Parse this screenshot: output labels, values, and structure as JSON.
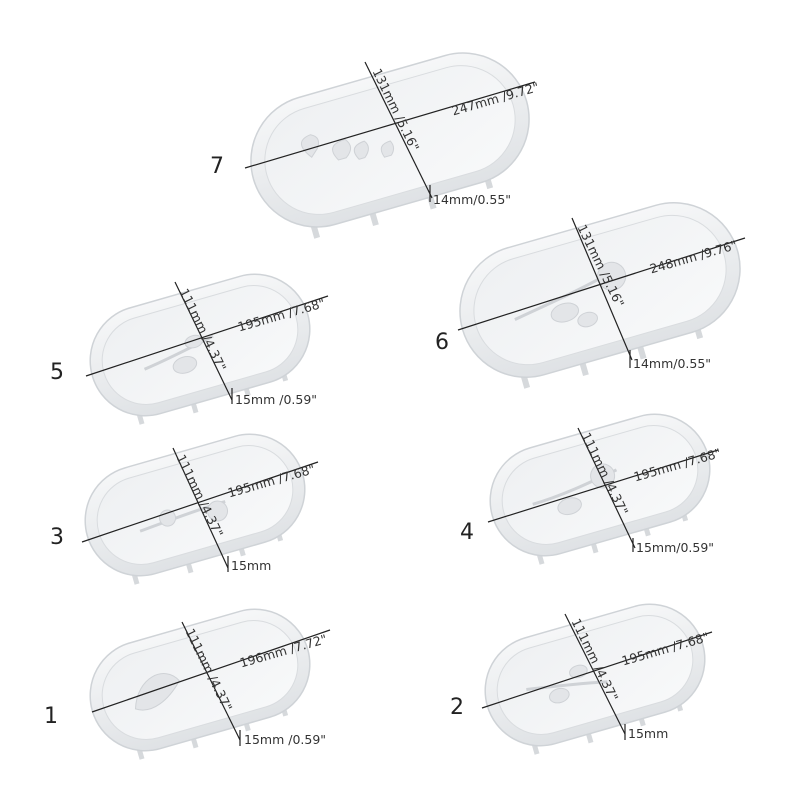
{
  "trays": [
    {
      "id": "7",
      "number": "7",
      "length": "247mm /9.72\"",
      "width": "131mm /5.16\"",
      "height": "14mm/0.55\""
    },
    {
      "id": "6",
      "number": "6",
      "length": "248mm /9.76\"",
      "width": "131mm /5.16\"",
      "height": "14mm/0.55\""
    },
    {
      "id": "5",
      "number": "5",
      "length": "195mm /7.68\"",
      "width": "111mm /4.37\"",
      "height": "15mm /0.59\""
    },
    {
      "id": "4",
      "number": "4",
      "length": "195mm /7.68\"",
      "width": "111mm /4.37\"",
      "height": "15mm/0.59\""
    },
    {
      "id": "3",
      "number": "3",
      "length": "195mm /7.68\"",
      "width": "111mm /4.37\"",
      "height": "15mm"
    },
    {
      "id": "2",
      "number": "2",
      "length": "195mm /7.68\"",
      "width": "111mm /4.37\"",
      "height": "15mm"
    },
    {
      "id": "1",
      "number": "1",
      "length": "196mm /7.72\"",
      "width": "111mm /4.37\"",
      "height": "15mm /0.59\""
    }
  ],
  "colors": {
    "tray": "#eceef0",
    "tray_shadow": "#c9ccd0",
    "tray_inner": "#f3f4f6",
    "line": "#222222"
  }
}
